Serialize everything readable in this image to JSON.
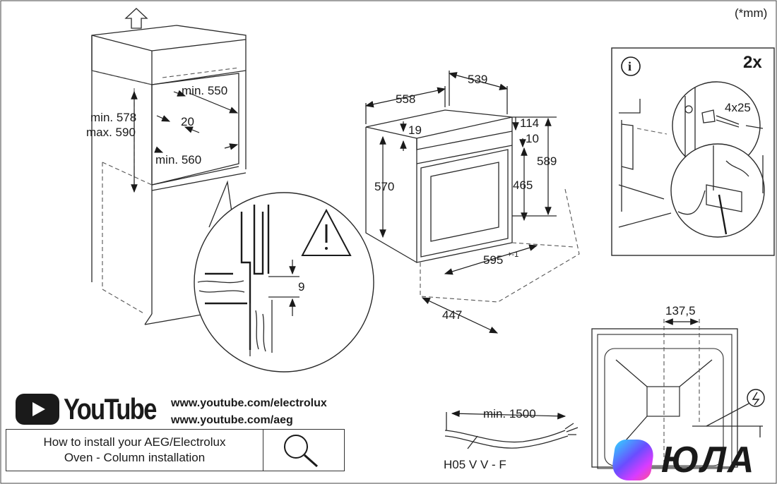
{
  "units_note": "(*mm)",
  "cabinet": {
    "height_min": "min. 578",
    "height_max": "max. 590",
    "depth_min": "min. 550",
    "gap": "20",
    "width_min": "min. 560"
  },
  "detail": {
    "gap": "9"
  },
  "oven": {
    "width_top": "539",
    "depth": "558",
    "front_top": "114",
    "panel_offset": "10",
    "top_offset": "19",
    "body_height": "570",
    "door_height": "465",
    "total_height": "589",
    "front_width": "595",
    "front_width_tol": "+-1",
    "base_depth": "447"
  },
  "fixing_panel": {
    "count": "2x",
    "screw": "4x25",
    "info_symbol": "i"
  },
  "back_panel": {
    "offset": "137,5"
  },
  "cable": {
    "length": "min. 1500",
    "type": "H05 V V - F"
  },
  "youtube": {
    "wordmark": "YouTube",
    "links": [
      "www.youtube.com/electrolux",
      "www.youtube.com/aeg"
    ]
  },
  "howto": {
    "line1": "How to install your AEG/Electrolux",
    "line2": "Oven - Column installation"
  },
  "brand": {
    "name": "ЮЛА"
  }
}
